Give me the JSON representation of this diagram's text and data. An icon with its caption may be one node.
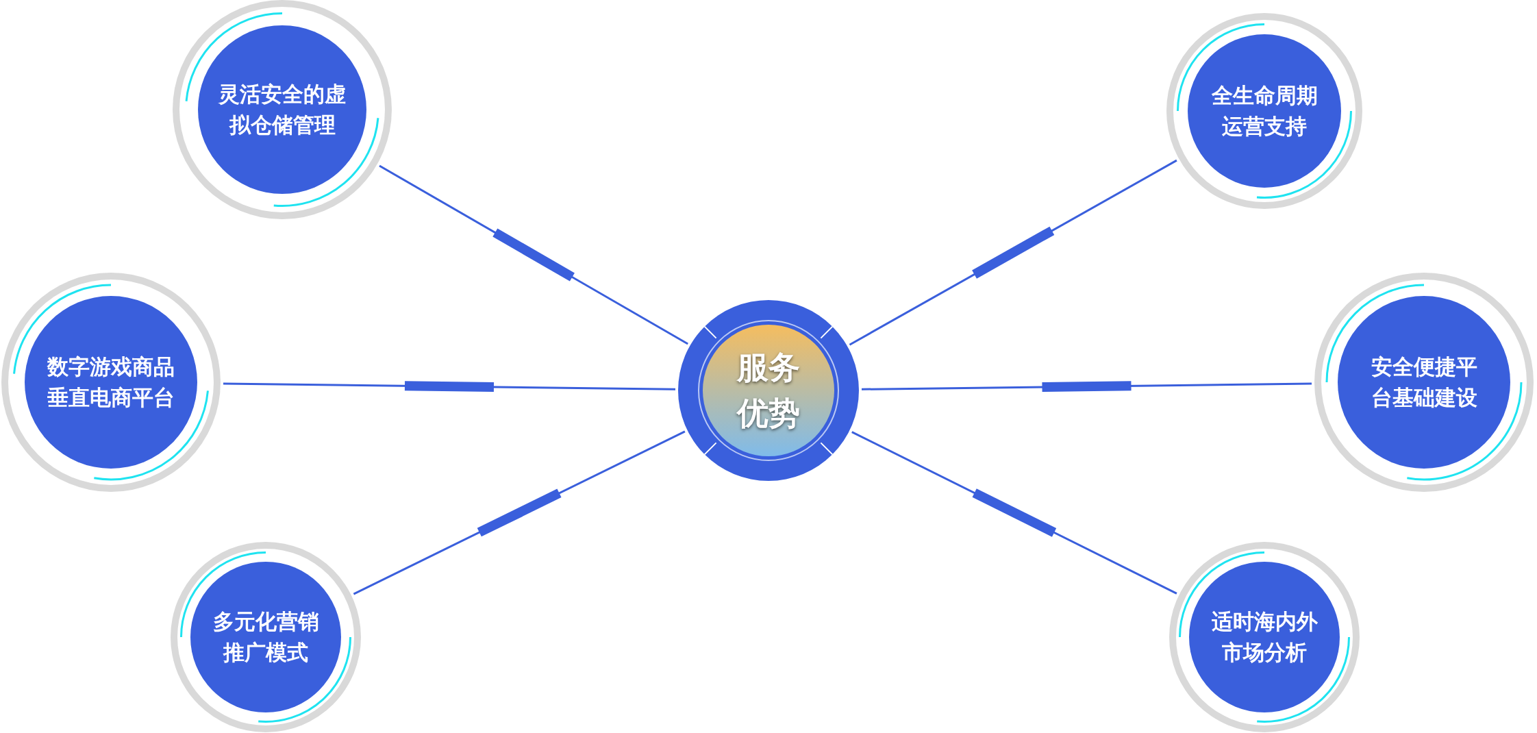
{
  "diagram": {
    "nodes": [
      {
        "text": [
          "灵活安全的虚拟仓储管理"
        ]
      },
      {
        "text": [
          "全生命周期运营支持"
        ]
      },
      {
        "text": [
          "数字游戏商品垂直电商平台"
        ]
      },
      {
        "text": [
          "服务优势"
        ]
      },
      {
        "text": [
          "安全便捷平台基础建设"
        ]
      },
      {
        "text": [
          "多元化营销推广模式"
        ]
      },
      {
        "text": [
          "适时海内外市场分析"
        ]
      }
    ],
    "edges": [
      {
        "from": 3,
        "to": 0,
        "arrow": "none"
      },
      {
        "from": 3,
        "to": 1,
        "arrow": "none"
      },
      {
        "from": 3,
        "to": 2,
        "arrow": "none"
      },
      {
        "from": 3,
        "to": 4,
        "arrow": "none"
      },
      {
        "from": 3,
        "to": 5,
        "arrow": "none"
      },
      {
        "from": 3,
        "to": 6,
        "arrow": "none"
      }
    ]
  }
}
